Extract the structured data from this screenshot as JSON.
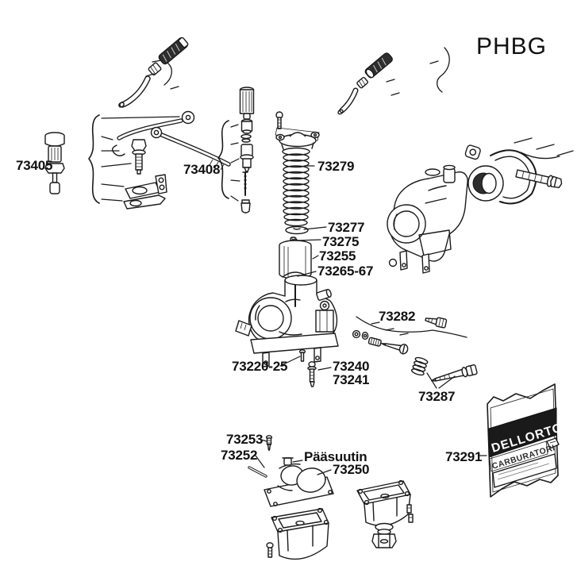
{
  "title": "PHBG",
  "labels": {
    "p73405": "73405",
    "p73408": "73408",
    "p73279": "73279",
    "p73277": "73277",
    "p73275": "73275",
    "p73255": "73255",
    "p73265_67": "73265-67",
    "p73282": "73282",
    "p73220_25": "73220-25",
    "p73240": "73240",
    "p73241": "73241",
    "p73287": "73287",
    "p73253": "73253",
    "p73252": "73252",
    "p73250": "73250",
    "p73291": "73291",
    "main_jet": "Pääsuutin"
  },
  "bag": {
    "brand": "DELLORTO",
    "subtitle": "CARBURATORI"
  },
  "colors": {
    "ink": "#1a1a1a",
    "background": "#ffffff"
  }
}
